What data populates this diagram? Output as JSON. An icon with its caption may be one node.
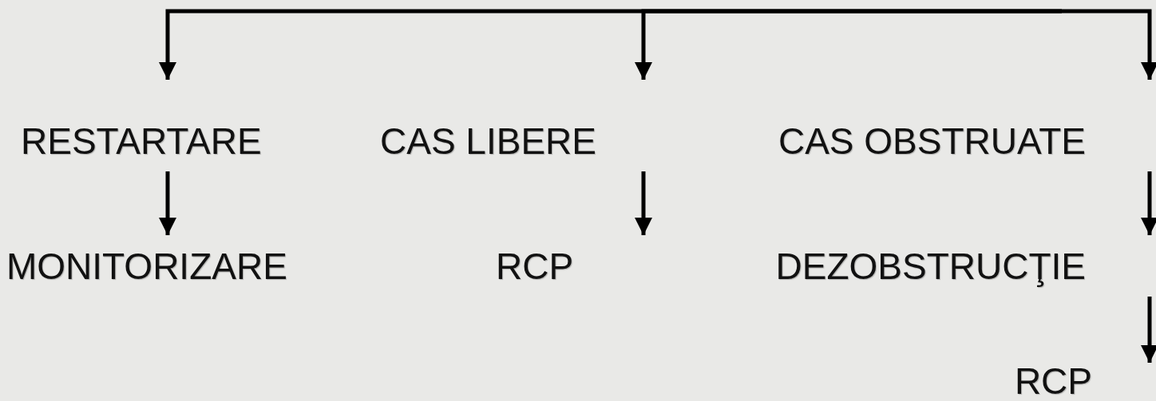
{
  "diagram": {
    "nodes": [
      {
        "text": [
          "RESTARTARE"
        ]
      },
      {
        "text": [
          "CAS LIBERE"
        ]
      },
      {
        "text": [
          "CAS OBSTRUATE"
        ]
      },
      {
        "text": [
          "MONITORIZARE"
        ]
      },
      {
        "text": [
          "RCP"
        ]
      },
      {
        "text": [
          "DEZOBSTRUCŢIE"
        ]
      },
      {
        "text": [
          "RCP"
        ]
      }
    ],
    "edges": [
      {
        "from": null,
        "to": 0,
        "arrow": "to"
      },
      {
        "from": null,
        "to": 1,
        "arrow": "to"
      },
      {
        "from": null,
        "to": 2,
        "arrow": "to"
      },
      {
        "from": 0,
        "to": 3,
        "arrow": "to"
      },
      {
        "from": 1,
        "to": 4,
        "arrow": "to"
      },
      {
        "from": 2,
        "to": 5,
        "arrow": "to"
      },
      {
        "from": 5,
        "to": 6,
        "arrow": "to"
      }
    ]
  }
}
